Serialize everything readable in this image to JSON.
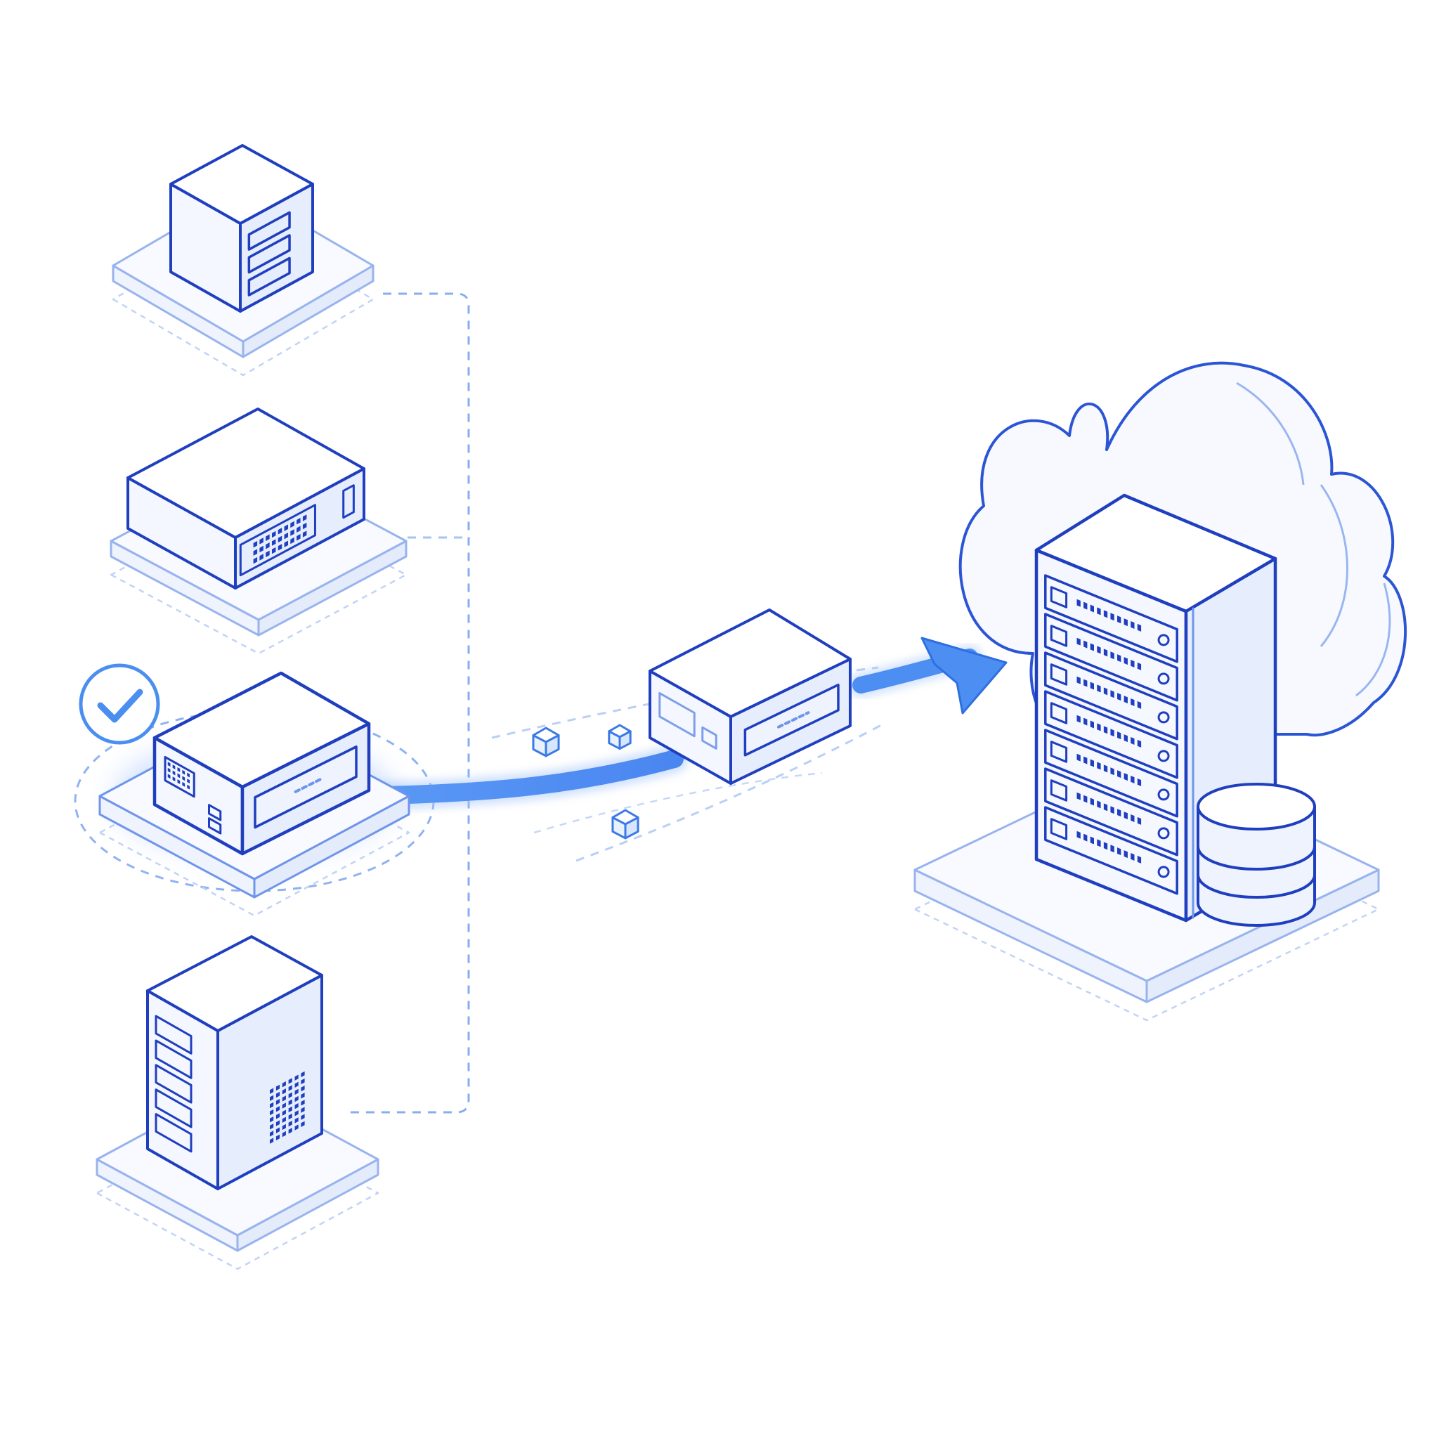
{
  "colors": {
    "background": "#ffffff",
    "stroke": "#1f3fbf",
    "stroke_light": "#8aa6ec",
    "face_top": "#ffffff",
    "face_left": "#f4f7ff",
    "face_right": "#e6edfc",
    "accent": "#4d8ef2",
    "accent_light": "#a9c8fa",
    "glow": "#9fc0ff"
  },
  "diagram": {
    "source_devices": [
      {
        "name": "compact-server",
        "icon": "server-cube-icon",
        "selected": false
      },
      {
        "name": "network-appliance",
        "icon": "network-appliance-icon",
        "selected": false
      },
      {
        "name": "edge-gateway",
        "icon": "gateway-box-icon",
        "selected": true
      },
      {
        "name": "tower-server",
        "icon": "tower-server-icon",
        "selected": false
      }
    ],
    "selected_badge_icon": "check-circle-icon",
    "relay_device_icon": "relay-box-icon",
    "data_packet_icon": "data-packet-cube-icon",
    "flow_arrow_icon": "flow-arrow-icon",
    "destination": {
      "cloud_icon": "cloud-icon",
      "rack_icon": "server-rack-icon",
      "storage_icon": "database-icon",
      "rack_units": 7
    }
  }
}
